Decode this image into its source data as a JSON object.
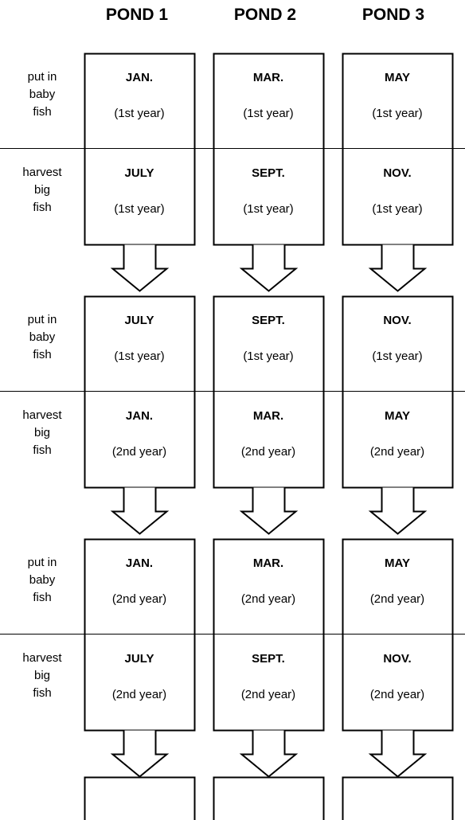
{
  "headers": [
    "POND 1",
    "POND 2",
    "POND 3"
  ],
  "row_labels": {
    "put": [
      "put in",
      "baby",
      "fish"
    ],
    "harvest": [
      "harvest",
      "big",
      "fish"
    ]
  },
  "stages": [
    {
      "rows": [
        {
          "label": "put",
          "cells": [
            {
              "month": "JAN.",
              "year": "(1st year)"
            },
            {
              "month": "MAR.",
              "year": "(1st year)"
            },
            {
              "month": "MAY",
              "year": "(1st year)"
            }
          ]
        },
        {
          "label": "harvest",
          "cells": [
            {
              "month": "JULY",
              "year": "(1st year)"
            },
            {
              "month": "SEPT.",
              "year": "(1st year)"
            },
            {
              "month": "NOV.",
              "year": "(1st year)"
            }
          ]
        }
      ]
    },
    {
      "rows": [
        {
          "label": "put",
          "cells": [
            {
              "month": "JULY",
              "year": "(1st year)"
            },
            {
              "month": "SEPT.",
              "year": "(1st year)"
            },
            {
              "month": "NOV.",
              "year": "(1st year)"
            }
          ]
        },
        {
          "label": "harvest",
          "cells": [
            {
              "month": "JAN.",
              "year": "(2nd year)"
            },
            {
              "month": "MAR.",
              "year": "(2nd year)"
            },
            {
              "month": "MAY",
              "year": "(2nd year)"
            }
          ]
        }
      ]
    },
    {
      "rows": [
        {
          "label": "put",
          "cells": [
            {
              "month": "JAN.",
              "year": "(2nd year)"
            },
            {
              "month": "MAR.",
              "year": "(2nd year)"
            },
            {
              "month": "MAY",
              "year": "(2nd year)"
            }
          ]
        },
        {
          "label": "harvest",
          "cells": [
            {
              "month": "JULY",
              "year": "(2nd year)"
            },
            {
              "month": "SEPT.",
              "year": "(2nd year)"
            },
            {
              "month": "NOV.",
              "year": "(2nd year)"
            }
          ]
        }
      ]
    }
  ]
}
